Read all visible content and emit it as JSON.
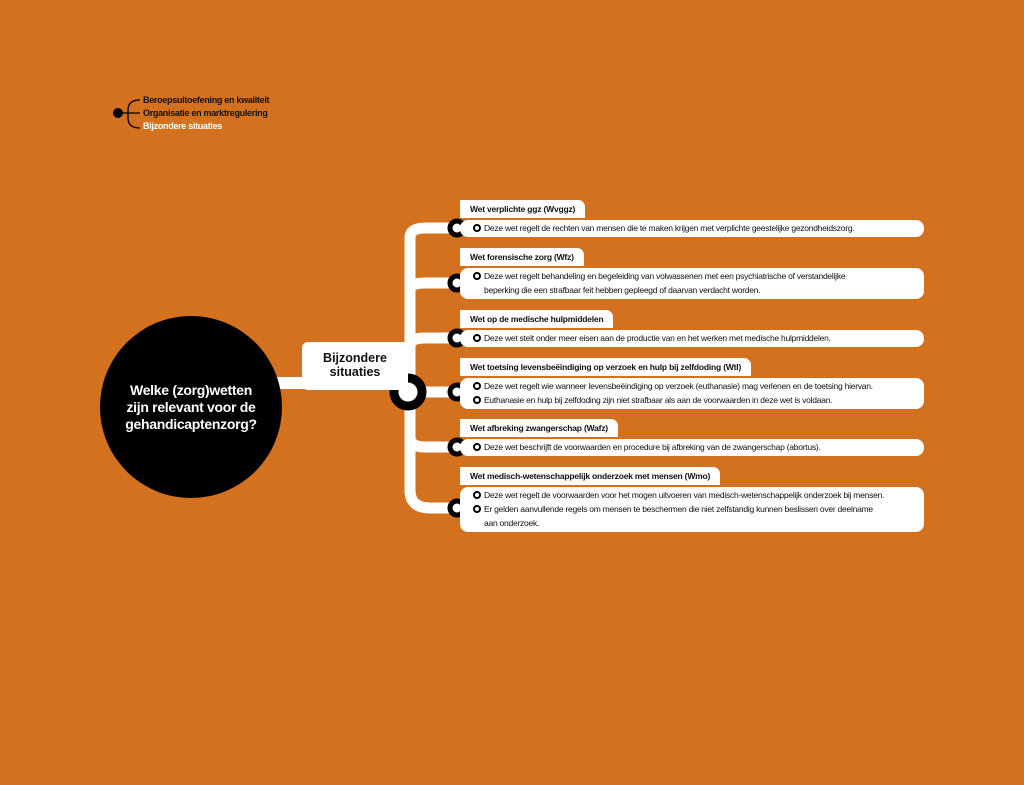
{
  "nav": {
    "items": [
      {
        "label": "Beroepsuitoefening en kwaliteit",
        "active": false
      },
      {
        "label": "Organisatie en marktregulering",
        "active": false
      },
      {
        "label": "Bijzondere situaties",
        "active": true
      }
    ]
  },
  "center": {
    "question": "Welke (zorg)wetten zijn relevant voor de gehandicaptenzorg?"
  },
  "subtopic": {
    "label": "Bijzondere situaties"
  },
  "colors": {
    "background": "#D4711E",
    "node": "#000000",
    "box": "#FFFFFF"
  },
  "laws": [
    {
      "title": "Wet verplichte ggz (Wvggz)",
      "lines": [
        "Deze wet regelt de rechten van mensen die te maken krijgen met verplichte geestelijke gezondheidszorg."
      ]
    },
    {
      "title": "Wet forensische zorg (Wfz)",
      "lines": [
        "Deze wet regelt behandeling en begeleiding van volwassenen met een psychiatrische of verstandelijke",
        "beperking die een strafbaar feit hebben gepleegd of daarvan verdacht worden."
      ]
    },
    {
      "title": "Wet op de medische hulpmiddelen",
      "lines": [
        "Deze wet stelt onder meer eisen aan de productie van en het werken met medische hulpmiddelen."
      ]
    },
    {
      "title": "Wet toetsing levensbeëindiging op verzoek en hulp bij zelfdoding (Wtl)",
      "lines": [
        "Deze wet regelt wie wanneer levensbeëindiging op verzoek (euthanasie) mag verlenen en de toetsing hiervan.",
        "Euthanasie en hulp bij zelfdoding zijn niet strafbaar als aan de voorwaarden in deze wet is voldaan."
      ]
    },
    {
      "title": "Wet afbreking zwangerschap (Wafz)",
      "lines": [
        "Deze wet beschrijft de voorwaarden en procedure bij afbreking van de zwangerschap (abortus)."
      ]
    },
    {
      "title": "Wet medisch-wetenschappelijk onderzoek met mensen (Wmo)",
      "lines": [
        "Deze wet regelt de voorwaarden voor het mogen uitvoeren van medisch-wetenschappelijk onderzoek bij mensen.",
        "Er gelden aanvullende regels om mensen te beschermen die niet zelfstandig kunnen beslissen over deelname",
        "aan onderzoek."
      ]
    }
  ]
}
